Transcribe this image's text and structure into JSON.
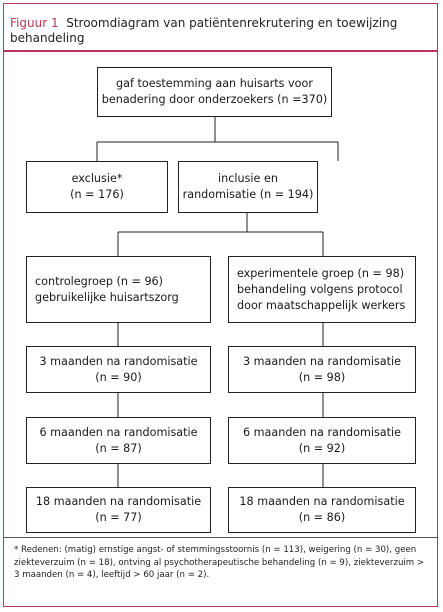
{
  "caption": {
    "label": "Figuur 1",
    "title": "Stroomdiagram van patiëntenrekrutering en toewijzing behandeling"
  },
  "boxes": {
    "consent": [
      "gaf toestemming aan huisarts voor",
      "benadering door onderzoekers (n =370)"
    ],
    "exclusion": [
      "exclusie*",
      "(n = 176)"
    ],
    "inclusion": [
      "inclusie en",
      "randomisatie (n = 194)"
    ],
    "control": [
      "controlegroep (n = 96)",
      "gebruikelijke huisartszorg"
    ],
    "experimental": [
      "experimentele groep (n = 98)",
      "behandeling volgens protocol",
      "door maatschappelijk werkers"
    ],
    "control_3m": [
      "3 maanden na randomisatie",
      "(n = 90)"
    ],
    "experimental_3m": [
      "3 maanden na randomisatie",
      "(n = 98)"
    ],
    "control_6m": [
      "6 maanden na randomisatie",
      "(n = 87)"
    ],
    "experimental_6m": [
      "6 maanden na randomisatie",
      "(n = 92)"
    ],
    "control_18m": [
      "18 maanden na randomisatie",
      "(n = 77)"
    ],
    "experimental_18m": [
      "18 maanden na randomisatie",
      "(n = 86)"
    ]
  },
  "footnote": "* Redenen: (matig) ernstige angst- of stemmingsstoornis (n = 113), weigering (n = 30), geen ziekteverzuim (n = 18), ontving al psychotherapeutische behandeling (n = 9), ziekteverzuim > 3 maanden (n = 4), leeftijd > 60 jaar (n = 2).",
  "colors": {
    "accent": "#b9365a",
    "line": "#222222"
  }
}
